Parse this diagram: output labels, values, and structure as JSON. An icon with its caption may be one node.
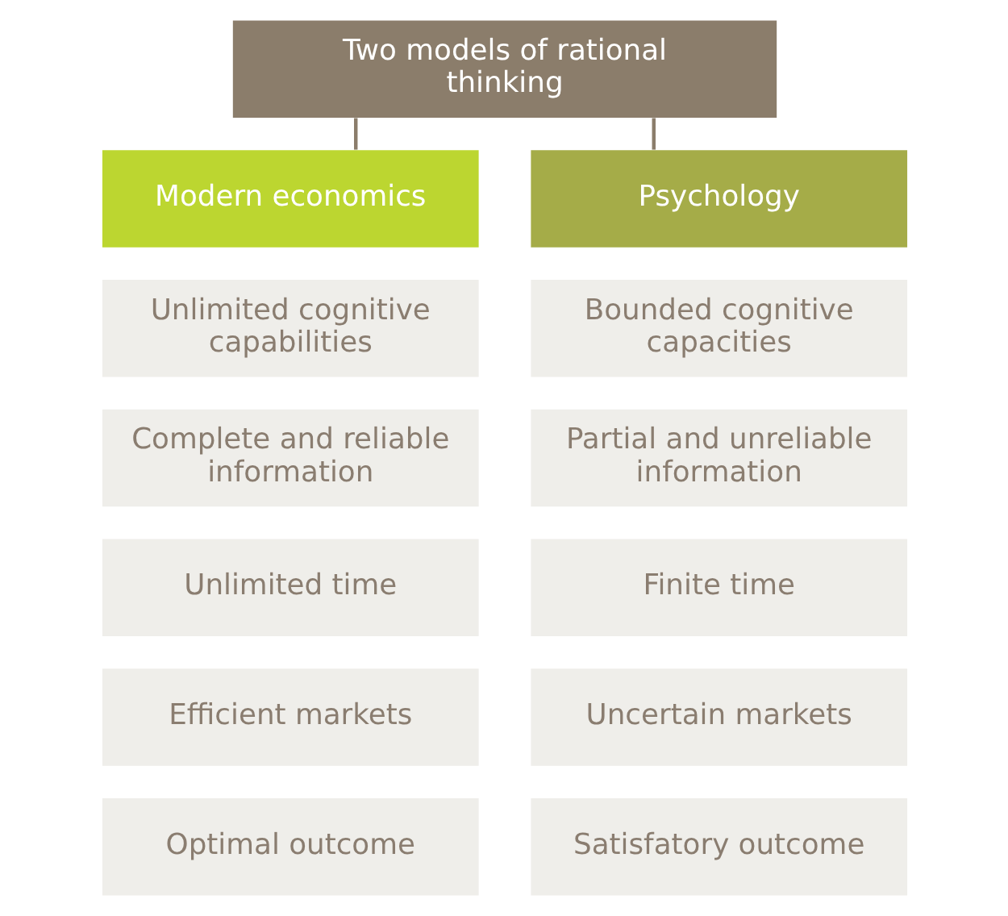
{
  "diagram": {
    "nodes": [
      {
        "text": [
          "Two models of rational thinking"
        ]
      },
      {
        "text": [
          "Modern economics"
        ]
      },
      {
        "text": [
          "Psychology"
        ]
      },
      {
        "text": [
          "Unlimited cognitive capabilities"
        ]
      },
      {
        "text": [
          "Bounded cognitive capacities"
        ]
      },
      {
        "text": [
          "Complete and reliable information"
        ]
      },
      {
        "text": [
          "Partial and unreliable information"
        ]
      },
      {
        "text": [
          "Unlimited time"
        ]
      },
      {
        "text": [
          "Finite time"
        ]
      },
      {
        "text": [
          "Efficient markets"
        ]
      },
      {
        "text": [
          "Uncertain markets"
        ]
      },
      {
        "text": [
          "Optimal outcome"
        ]
      },
      {
        "text": [
          "Satisfatory outcome"
        ]
      }
    ],
    "edges": [
      {
        "from": 0,
        "to": 1,
        "arrow": "none"
      },
      {
        "from": 0,
        "to": 2,
        "arrow": "none"
      }
    ]
  }
}
